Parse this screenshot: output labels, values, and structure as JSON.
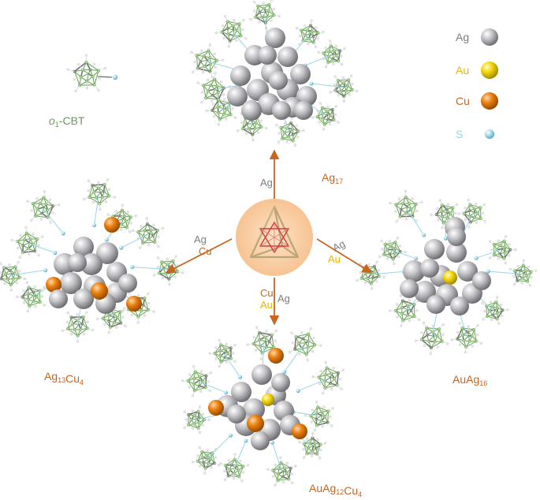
{
  "colors": {
    "ag": "#b8b8bc",
    "au": "#f2d000",
    "cu": "#e57a0a",
    "s": "#9ad6e6",
    "ligand_green": "#9fd08a",
    "ligand_gray": "#6f6f6f",
    "hydrogen": "#e6e6e6",
    "arrow": "#c8651f",
    "center_disc": "#f9d0a8",
    "tetra_line": "#b9a678",
    "star_red": "#d43c3c",
    "label_orange": "#c8651f",
    "label_gray": "#7d7d7d",
    "label_gold": "#e6b800",
    "label_green": "#6a9a5a",
    "legend_s_text": "#9ad6e6"
  },
  "ligand": {
    "name_italic": "o",
    "name_sub": "1",
    "name_rest": "-CBT"
  },
  "legend": [
    {
      "key": "ag",
      "label": "Ag",
      "color_key": "label_gray",
      "sphere": "ag",
      "size": "large"
    },
    {
      "key": "au",
      "label": "Au",
      "color_key": "label_gold",
      "sphere": "au",
      "size": "large"
    },
    {
      "key": "cu",
      "label": "Cu",
      "color_key": "label_orange",
      "sphere": "cu",
      "size": "large"
    },
    {
      "key": "s",
      "label": "S",
      "color_key": "legend_s_text",
      "sphere": "s",
      "size": "small"
    }
  ],
  "arrows": {
    "up": {
      "labels": [
        {
          "text": "Ag",
          "color": "label_gray"
        }
      ]
    },
    "left": {
      "labels": [
        {
          "text": "Ag",
          "color": "label_gray"
        },
        {
          "text": "Cu",
          "color": "label_orange"
        }
      ]
    },
    "right": {
      "labels": [
        {
          "text": "Ag",
          "color": "label_gray"
        },
        {
          "text": "Au",
          "color": "label_gold"
        }
      ]
    },
    "down": {
      "labels": [
        {
          "text": "Cu",
          "color": "label_orange"
        },
        {
          "text": "Au",
          "color": "label_gold"
        },
        {
          "text": "Ag",
          "color": "label_gray"
        }
      ]
    }
  },
  "clusters": {
    "ag17": {
      "parts": [
        {
          "t": "Ag",
          "sub": "17"
        }
      ]
    },
    "ag13cu4": {
      "parts": [
        {
          "t": "Ag",
          "sub": "13"
        },
        {
          "t": "Cu",
          "sub": "4"
        }
      ]
    },
    "auag16": {
      "parts": [
        {
          "t": "AuAg",
          "sub": "16"
        }
      ]
    },
    "auag12cu4": {
      "parts": [
        {
          "t": "AuAg",
          "sub": "12"
        },
        {
          "t": "Cu",
          "sub": "4"
        }
      ]
    }
  }
}
